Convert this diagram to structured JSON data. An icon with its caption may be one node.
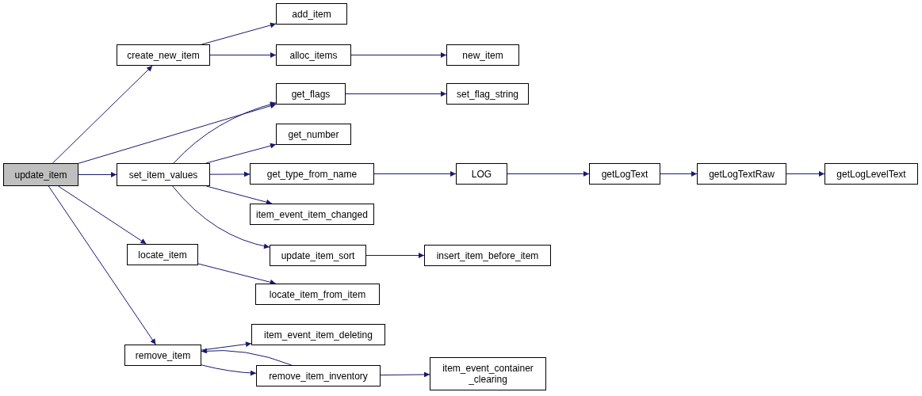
{
  "diagram": {
    "nodes": [
      {
        "text": [
          "update_item"
        ]
      },
      {
        "text": [
          "create_new_item"
        ]
      },
      {
        "text": [
          "add_item"
        ]
      },
      {
        "text": [
          "alloc_items"
        ]
      },
      {
        "text": [
          "new_item"
        ]
      },
      {
        "text": [
          "get_flags"
        ]
      },
      {
        "text": [
          "set_flag_string"
        ]
      },
      {
        "text": [
          "set_item_values"
        ]
      },
      {
        "text": [
          "get_number"
        ]
      },
      {
        "text": [
          "get_type_from_name"
        ]
      },
      {
        "text": [
          "LOG"
        ]
      },
      {
        "text": [
          "getLogText"
        ]
      },
      {
        "text": [
          "getLogTextRaw"
        ]
      },
      {
        "text": [
          "getLogLevelText"
        ]
      },
      {
        "text": [
          "item_event_item_changed"
        ]
      },
      {
        "text": [
          "update_item_sort"
        ]
      },
      {
        "text": [
          "insert_item_before_item"
        ]
      },
      {
        "text": [
          "locate_item"
        ]
      },
      {
        "text": [
          "locate_item_from_item"
        ]
      },
      {
        "text": [
          "remove_item"
        ]
      },
      {
        "text": [
          "item_event_item_deleting"
        ]
      },
      {
        "text": [
          "remove_item_inventory"
        ]
      },
      {
        "text": [
          "item_event_container _clearing"
        ]
      }
    ],
    "edges": [
      {
        "from": 0,
        "to": 1,
        "arrow": "to"
      },
      {
        "from": 0,
        "to": 5,
        "arrow": "to"
      },
      {
        "from": 0,
        "to": 7,
        "arrow": "to"
      },
      {
        "from": 0,
        "to": 17,
        "arrow": "to"
      },
      {
        "from": 0,
        "to": 19,
        "arrow": "to"
      },
      {
        "from": 1,
        "to": 2,
        "arrow": "to"
      },
      {
        "from": 1,
        "to": 3,
        "arrow": "to"
      },
      {
        "from": 3,
        "to": 4,
        "arrow": "to"
      },
      {
        "from": 5,
        "to": 6,
        "arrow": "to"
      },
      {
        "from": 7,
        "to": 5,
        "arrow": "to"
      },
      {
        "from": 7,
        "to": 8,
        "arrow": "to"
      },
      {
        "from": 7,
        "to": 9,
        "arrow": "to"
      },
      {
        "from": 7,
        "to": 14,
        "arrow": "to"
      },
      {
        "from": 7,
        "to": 15,
        "arrow": "to"
      },
      {
        "from": 9,
        "to": 10,
        "arrow": "to"
      },
      {
        "from": 10,
        "to": 11,
        "arrow": "to"
      },
      {
        "from": 11,
        "to": 12,
        "arrow": "to"
      },
      {
        "from": 12,
        "to": 13,
        "arrow": "to"
      },
      {
        "from": 15,
        "to": 16,
        "arrow": "to"
      },
      {
        "from": 17,
        "to": 18,
        "arrow": "to"
      },
      {
        "from": 19,
        "to": 20,
        "arrow": "to"
      },
      {
        "from": 19,
        "to": 21,
        "arrow": "to"
      },
      {
        "from": 21,
        "to": 19,
        "arrow": "to"
      },
      {
        "from": 21,
        "to": 22,
        "arrow": "to"
      }
    ]
  }
}
